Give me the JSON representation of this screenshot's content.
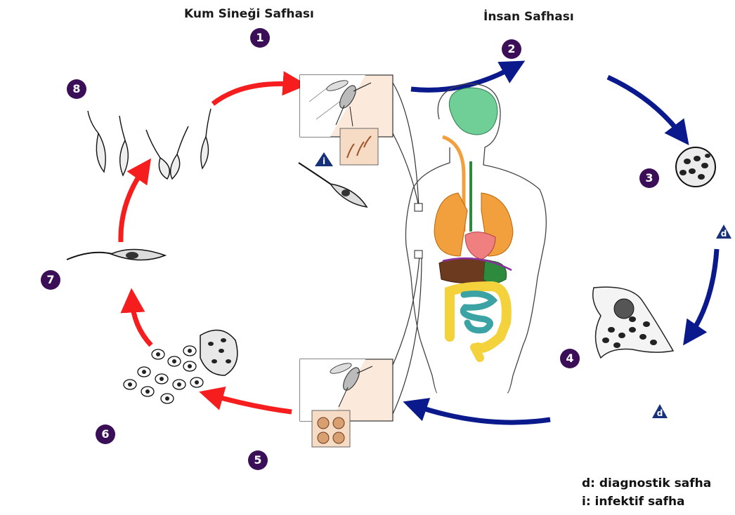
{
  "titles": {
    "sandfly": "Kum Sineği Safhası",
    "human": "İnsan Safhası"
  },
  "step_numbers": [
    "1",
    "2",
    "3",
    "4",
    "5",
    "6",
    "7",
    "8"
  ],
  "stage_markers": {
    "infective": "i",
    "diagnostic": "d"
  },
  "legend": {
    "diagnostic": "d: diagnostik safha",
    "infective": "i: infektif safha"
  },
  "colors": {
    "red_arrow": "#f51d1d",
    "blue_arrow": "#0a1a8c",
    "number_badge": "#3b0f57",
    "brain": "#6fcf97",
    "lungs": "#f2a03d",
    "liver": "#6b3a1f",
    "heart": "#f08080",
    "intestine_large": "#f3d23c",
    "intestine_small": "#3ba3a3",
    "stomach": "#2e8b3e"
  }
}
